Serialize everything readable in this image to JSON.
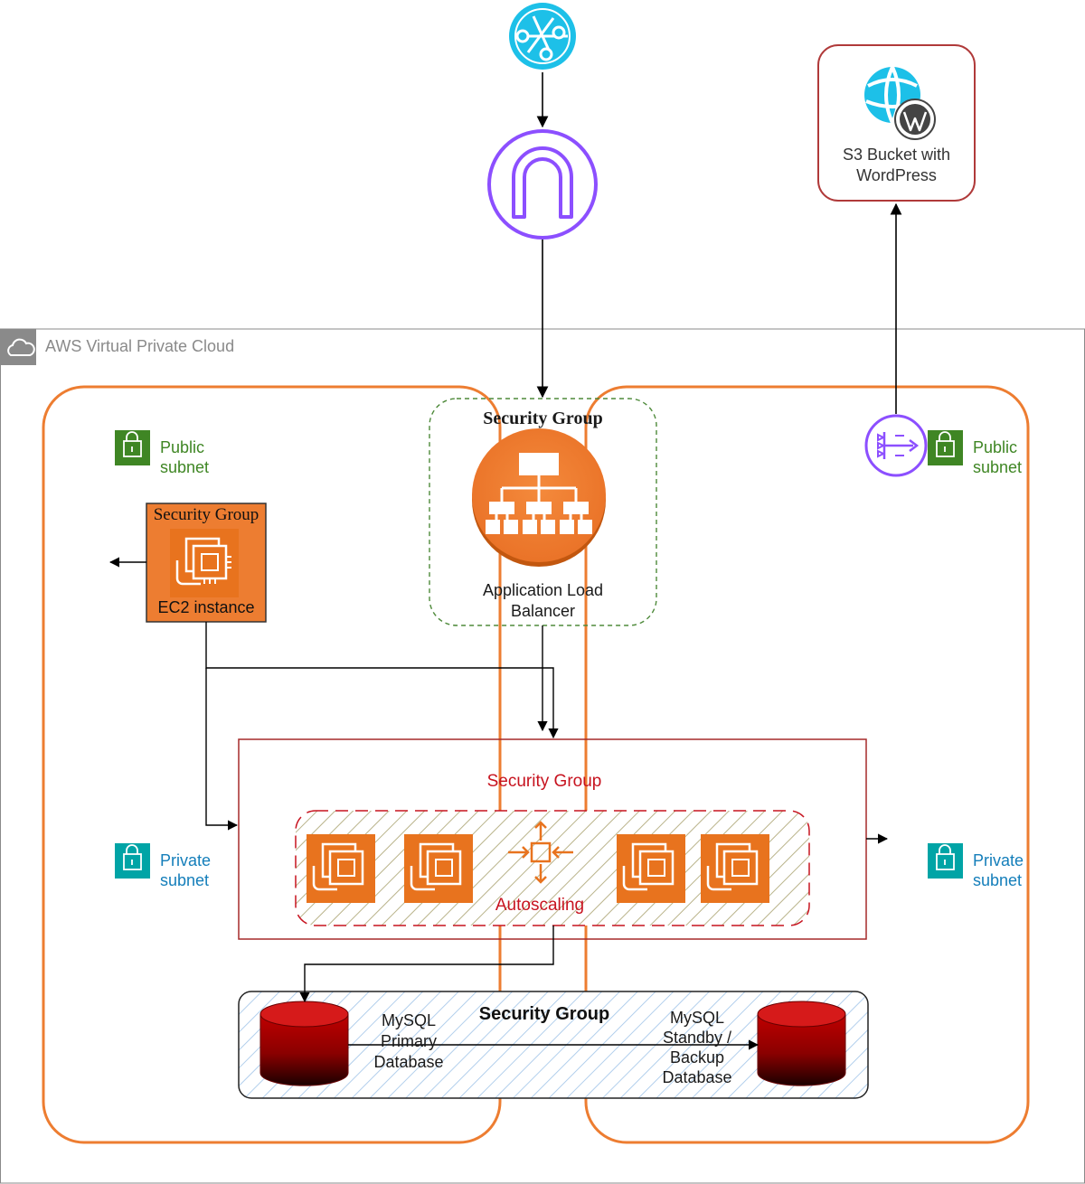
{
  "vpc": {
    "label": "AWS Virtual Private Cloud"
  },
  "subnets": {
    "public_left": [
      "Public",
      "subnet"
    ],
    "public_right": [
      "Public",
      "subnet"
    ],
    "private_left": [
      "Private",
      "subnet"
    ],
    "private_right": [
      "Private",
      "subnet"
    ]
  },
  "alb": {
    "sg_title": "Security Group",
    "label_line1": "Application Load",
    "label_line2": "Balancer"
  },
  "ec2": {
    "sg_title": "Security Group",
    "label": "EC2 instance"
  },
  "s3": {
    "label_line1": "S3 Bucket with",
    "label_line2": "WordPress"
  },
  "app_tier": {
    "sg_title": "Security Group",
    "autoscaling_label": "Autoscaling"
  },
  "db_tier": {
    "sg_title": "Security Group",
    "primary": [
      "MySQL",
      "Primary",
      "Database"
    ],
    "standby": [
      "MySQL",
      "Standby /",
      "Backup",
      "Database"
    ]
  },
  "colors": {
    "orange": "#ed7d31",
    "ec2_orange": "#e8731e",
    "purple": "#8c4fff",
    "sky": "#1dc0e8",
    "green": "#3f8624",
    "teal": "#00a4a6",
    "dark_red": "#a52a2a",
    "db_red": "#c00000"
  }
}
